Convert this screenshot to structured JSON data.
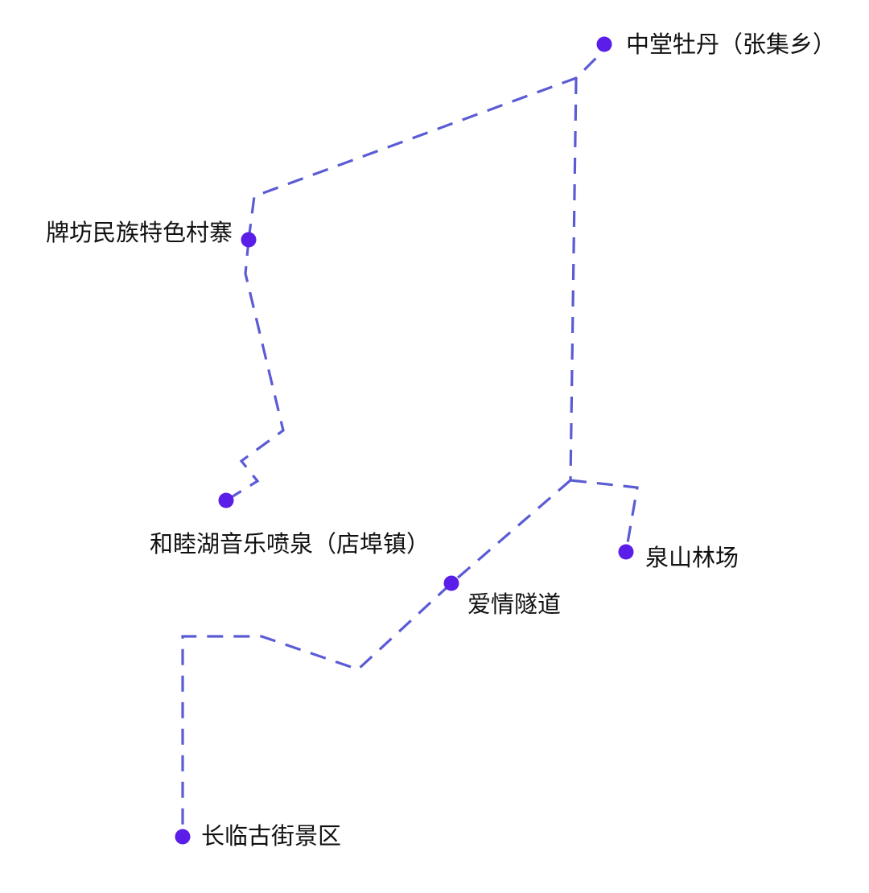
{
  "map": {
    "colors": {
      "route": "#5b5bd6",
      "stop": "#5a1ee8",
      "label": "#111111"
    },
    "stops": [
      {
        "id": "zhongtang",
        "label": "中堂牡丹（张集乡）"
      },
      {
        "id": "paifang",
        "label": "牌坊民族特色村寨"
      },
      {
        "id": "hemuhu",
        "label": "和睦湖音乐喷泉（店埠镇）"
      },
      {
        "id": "quanshan",
        "label": "泉山林场"
      },
      {
        "id": "aiqing",
        "label": "爱情隧道"
      },
      {
        "id": "changlin",
        "label": "长临古街景区"
      }
    ]
  }
}
